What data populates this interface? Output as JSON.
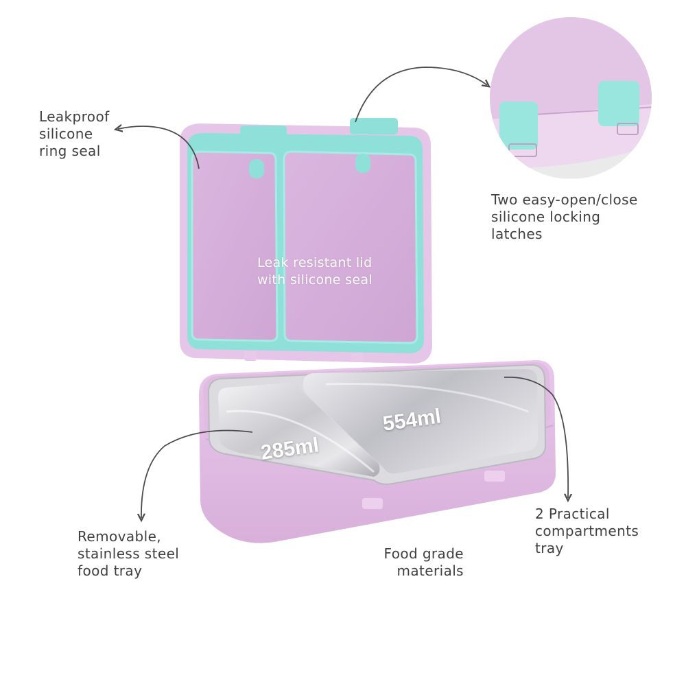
{
  "labels": {
    "leakproof": "Leakproof\nsilicone\nring seal",
    "lid": "Leak resistant lid\nwith silicone seal",
    "latches": "Two easy-open/close\nsilicone locking\nlatches",
    "small_volume": "285ml",
    "large_volume": "554ml",
    "removable": "Removable,\nstainless steel\nfood tray",
    "food_grade": "Food grade\nmaterials",
    "compartments": "2 Practical\ncompartments\ntray"
  },
  "colors": {
    "lid_shell": "#e4c3e6",
    "lid_inner": "#d7b2dc",
    "seal": "#8fe0d9",
    "base": "#e2bde3",
    "steel": "#cfcfd4",
    "arrow": "#4a4a4a",
    "text": "#3f3f3f"
  }
}
